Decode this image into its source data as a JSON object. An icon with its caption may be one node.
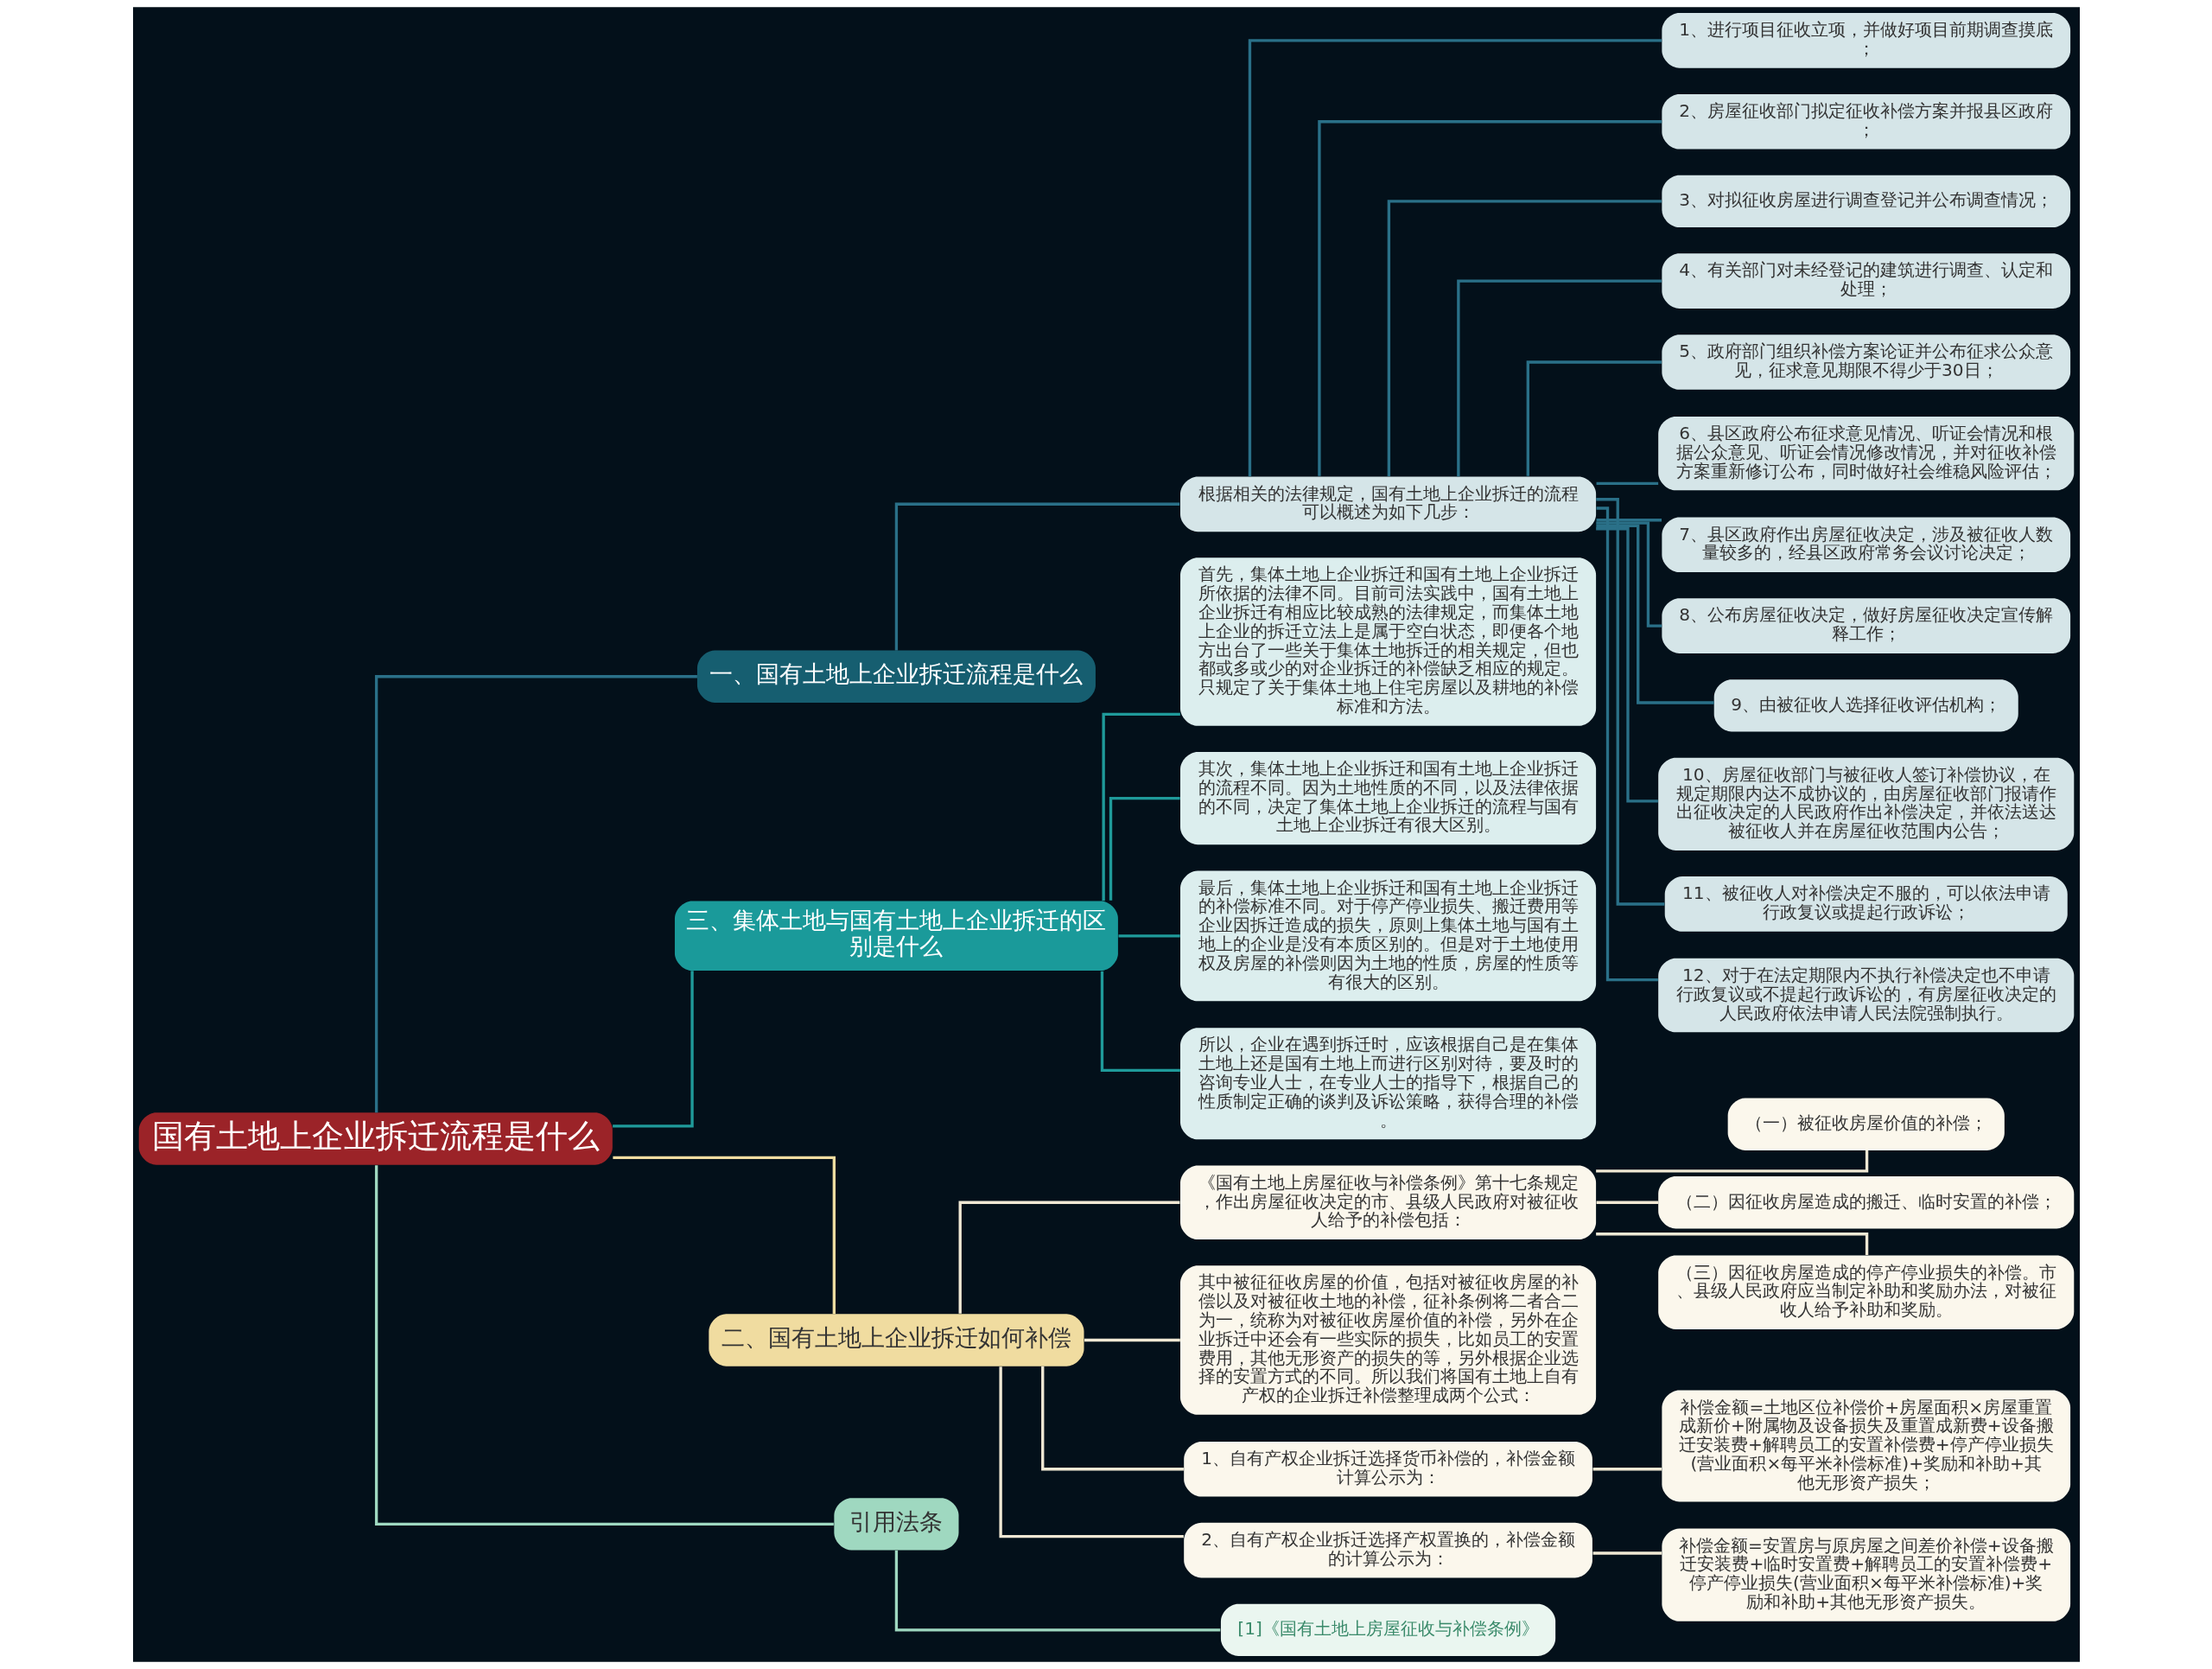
{
  "diagram": {
    "nodes": [
      {
        "text": [
          "国有土地上企业拆迁流程是什么"
        ]
      },
      {
        "text": [
          "一、国有土地上企业拆迁流程是什么"
        ]
      },
      {
        "text": [
          "根据相关的法律规定，国有土地上企业拆迁的流程可以概述为如下几步："
        ]
      },
      {
        "text": [
          "1、进行项目征收立项，并做好项目前期调查摸底；"
        ]
      },
      {
        "text": [
          "2、房屋征收部门拟定征收补偿方案并报县区政府；"
        ]
      },
      {
        "text": [
          "3、对拟征收房屋进行调查登记并公布调查情况；"
        ]
      },
      {
        "text": [
          "4、有关部门对未经登记的建筑进行调查、认定和处理；"
        ]
      },
      {
        "text": [
          "5、政府部门组织补偿方案论证并公布征求公众意见，征求意见期限不得少于30日；"
        ]
      },
      {
        "text": [
          "6、县区政府公布征求意见情况、听证会情况和根据公众意见、听证会情况修改情况，并对征收补偿方案重新修订公布，同时做好社会维稳风险评估；"
        ]
      },
      {
        "text": [
          "7、县区政府作出房屋征收决定，涉及被征收人数量较多的，经县区政府常务会议讨论决定；"
        ]
      },
      {
        "text": [
          "8、公布房屋征收决定，做好房屋征收决定宣传解释工作；"
        ]
      },
      {
        "text": [
          "9、由被征收人选择征收评估机构；"
        ]
      },
      {
        "text": [
          "10、房屋征收部门与被征收人签订补偿协议，在规定期限内达不成协议的，由房屋征收部门报请作出征收决定的人民政府作出补偿决定，并依法送达被征收人并在房屋征收范围内公告；"
        ]
      },
      {
        "text": [
          "11、被征收人对补偿决定不服的，可以依法申请行政复议或提起行政诉讼；"
        ]
      },
      {
        "text": [
          "12、对于在法定期限内不执行补偿决定也不申请行政复议或不提起行政诉讼的，有房屋征收决定的人民政府依法申请人民法院强制执行。"
        ]
      },
      {
        "text": [
          "三、集体土地与国有土地上企业拆迁的区别是什么"
        ]
      },
      {
        "text": [
          "首先，集体土地上企业拆迁和国有土地上企业拆迁所依据的法律不同。目前司法实践中，国有土地上企业拆迁有相应比较成熟的法律规定，而集体土地上企业的拆迁立法上是属于空白状态，即便各个地方出台了一些关于集体土地拆迁的相关规定，但也都或多或少的对企业拆迁的补偿缺乏相应的规定。只规定了关于集体土地上住宅房屋以及耕地的补偿标准和方法。"
        ]
      },
      {
        "text": [
          "其次，集体土地上企业拆迁和国有土地上企业拆迁的流程不同。因为土地性质的不同，以及法律依据的不同，决定了集体土地上企业拆迁的流程与国有土地上企业拆迁有很大区别。"
        ]
      },
      {
        "text": [
          "最后，集体土地上企业拆迁和国有土地上企业拆迁的补偿标准不同。对于停产停业损失、搬迁费用等企业因拆迁造成的损失，原则上集体土地与国有土地上的企业是没有本质区别的。但是对于土地使用权及房屋的补偿则因为土地的性质，房屋的性质等有很大的区别。"
        ]
      },
      {
        "text": [
          "所以，企业在遇到拆迁时，应该根据自己是在集体土地上还是国有土地上而进行区别对待，要及时的咨询专业人士，在专业人士的指导下，根据自己的性质制定正确的谈判及诉讼策略，获得合理的补偿。"
        ]
      },
      {
        "text": [
          "二、国有土地上企业拆迁如何补偿"
        ]
      },
      {
        "text": [
          "《国有土地上房屋征收与补偿条例》第十七条规定，作出房屋征收决定的市、县级人民政府对被征收人给予的补偿包括："
        ]
      },
      {
        "text": [
          "（一）被征收房屋价值的补偿；"
        ]
      },
      {
        "text": [
          "（二）因征收房屋造成的搬迁、临时安置的补偿；"
        ]
      },
      {
        "text": [
          "（三）因征收房屋造成的停产停业损失的补偿。市、县级人民政府应当制定补助和奖励办法，对被征收人给予补助和奖励。"
        ]
      },
      {
        "text": [
          "其中被征征收房屋的价值，包括对被征收房屋的补偿以及对被征收土地的补偿，征补条例将二者合二为一，统称为对被征收房屋价值的补偿，另外在企业拆迁中还会有一些实际的损失，比如员工的安置费用，其他无形资产的损失的等，另外根据企业选择的安置方式的不同。所以我们将国有土地上自有产权的企业拆迁补偿整理成两个公式："
        ]
      },
      {
        "text": [
          "1、自有产权企业拆迁选择货币补偿的，补偿金额计算公示为："
        ]
      },
      {
        "text": [
          "补偿金额=土地区位补偿价+房屋面积×房屋重置成新价+附属物及设备损失及重置成新费+设备搬迁安装费+解聘员工的安置补偿费+停产停业损失(营业面积×每平米补偿标准)+奖励和补助+其他无形资产损失；"
        ]
      },
      {
        "text": [
          "2、自有产权企业拆迁选择产权置换的，补偿金额的计算公示为："
        ]
      },
      {
        "text": [
          "补偿金额=安置房与原房屋之间差价补偿+设备搬迁安装费+临时安置费+解聘员工的安置补偿费+停产停业损失(营业面积×每平米补偿标准)+奖励和补助+其他无形资产损失。"
        ]
      },
      {
        "text": [
          "引用法条"
        ]
      },
      {
        "text": [
          "[1]《国有土地上房屋征收与补偿条例》"
        ]
      }
    ],
    "edges": [
      {
        "from": 0,
        "to": 1,
        "arrow": "none"
      },
      {
        "from": 1,
        "to": 2,
        "arrow": "none"
      },
      {
        "from": 2,
        "to": 3,
        "arrow": "none"
      },
      {
        "from": 2,
        "to": 4,
        "arrow": "none"
      },
      {
        "from": 2,
        "to": 5,
        "arrow": "none"
      },
      {
        "from": 2,
        "to": 6,
        "arrow": "none"
      },
      {
        "from": 2,
        "to": 7,
        "arrow": "none"
      },
      {
        "from": 2,
        "to": 8,
        "arrow": "none"
      },
      {
        "from": 2,
        "to": 9,
        "arrow": "none"
      },
      {
        "from": 2,
        "to": 10,
        "arrow": "none"
      },
      {
        "from": 2,
        "to": 11,
        "arrow": "none"
      },
      {
        "from": 2,
        "to": 12,
        "arrow": "none"
      },
      {
        "from": 2,
        "to": 13,
        "arrow": "none"
      },
      {
        "from": 2,
        "to": 14,
        "arrow": "none"
      },
      {
        "from": 0,
        "to": 15,
        "arrow": "none",
        "color": "#1f9a9a"
      },
      {
        "from": 15,
        "to": 16,
        "arrow": "none",
        "color": "#1f9a9a"
      },
      {
        "from": 15,
        "to": 17,
        "arrow": "none",
        "color": "#1f9a9a"
      },
      {
        "from": 15,
        "to": 18,
        "arrow": "none",
        "color": "#1f9a9a"
      },
      {
        "from": 15,
        "to": 19,
        "arrow": "none",
        "color": "#1f9a9a"
      },
      {
        "from": 0,
        "to": 20,
        "arrow": "none",
        "color": "#f0dca0"
      },
      {
        "from": 20,
        "to": 21,
        "arrow": "none",
        "color": "#f0e8d4"
      },
      {
        "from": 21,
        "to": 22,
        "arrow": "none",
        "color": "#f0e8d4"
      },
      {
        "from": 21,
        "to": 23,
        "arrow": "none",
        "color": "#f0e8d4"
      },
      {
        "from": 21,
        "to": 24,
        "arrow": "none",
        "color": "#f0e8d4"
      },
      {
        "from": 20,
        "to": 25,
        "arrow": "none",
        "color": "#f0e8d4"
      },
      {
        "from": 20,
        "to": 26,
        "arrow": "none",
        "color": "#f0e8d4"
      },
      {
        "from": 26,
        "to": 27,
        "arrow": "none",
        "color": "#f0e8d4"
      },
      {
        "from": 20,
        "to": 28,
        "arrow": "none",
        "color": "#f0e8d4"
      },
      {
        "from": 28,
        "to": 29,
        "arrow": "none",
        "color": "#f0e8d4"
      },
      {
        "from": 0,
        "to": 30,
        "arrow": "none",
        "color": "#9fd8c0"
      },
      {
        "from": 30,
        "to": 31,
        "arrow": "none",
        "color": "#9fd8c0"
      }
    ]
  }
}
